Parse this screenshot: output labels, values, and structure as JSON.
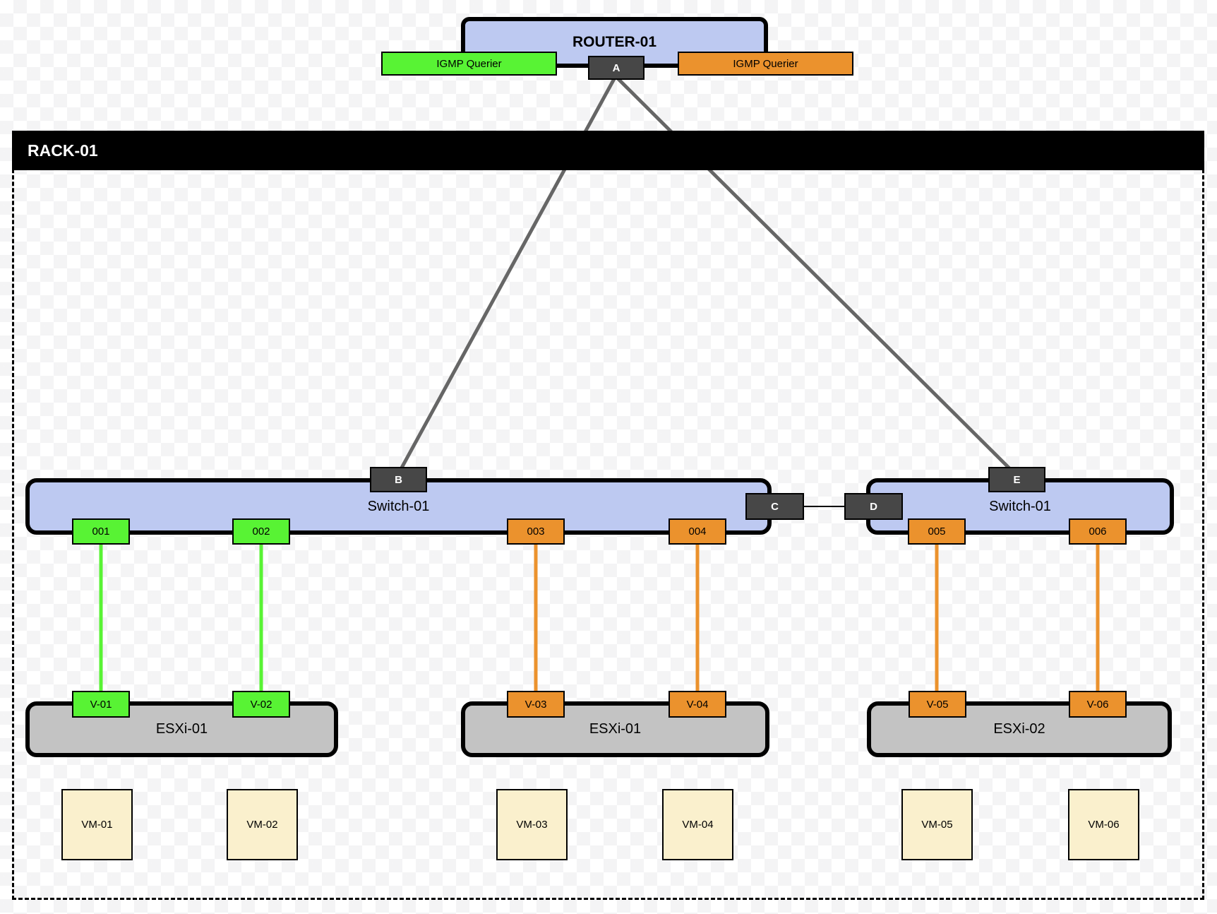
{
  "colors": {
    "blue": "#BDC9F1",
    "green": "#58F334",
    "orange": "#EB922D",
    "dark": "#474747",
    "esxi_gray": "#C3C3C3",
    "vm_beige": "#FAF0CD",
    "link_gray": "#666666",
    "rack_black": "#000000",
    "checker": "#F4F4F5"
  },
  "router": {
    "label": "ROUTER-01",
    "port": "A",
    "igmp_left": "IGMP Querier",
    "igmp_right": "IGMP Querier"
  },
  "rack": {
    "label": "RACK-01"
  },
  "switches": [
    {
      "label": "Switch-01",
      "uplink_port": "B",
      "interlink_port": "C",
      "ports": [
        "001",
        "002",
        "003",
        "004"
      ]
    },
    {
      "label": "Switch-01",
      "uplink_port": "E",
      "interlink_port": "D",
      "ports": [
        "005",
        "006"
      ]
    }
  ],
  "hosts": [
    {
      "label": "ESXi-01",
      "nics": [
        "V-01",
        "V-02"
      ]
    },
    {
      "label": "ESXi-01",
      "nics": [
        "V-03",
        "V-04"
      ]
    },
    {
      "label": "ESXi-02",
      "nics": [
        "V-05",
        "V-06"
      ]
    }
  ],
  "vms": [
    "VM-01",
    "VM-02",
    "VM-03",
    "VM-04",
    "VM-05",
    "VM-06"
  ]
}
